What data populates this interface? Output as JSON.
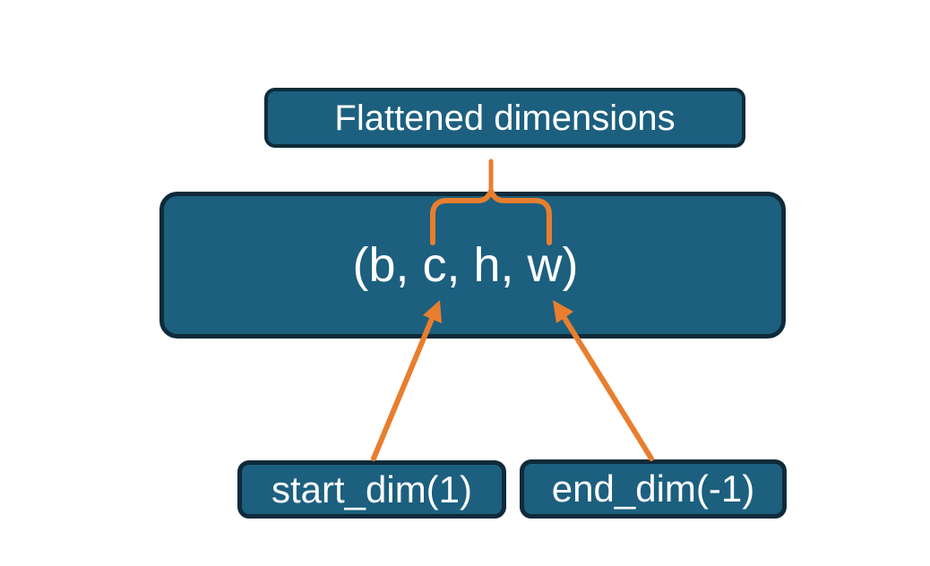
{
  "diagram": {
    "top_box": {
      "label": "Flattened dimensions"
    },
    "main_box": {
      "label": "(b, c, h, w)"
    },
    "bottom_boxes": [
      {
        "label": "start_dim(1)"
      },
      {
        "label": "end_dim(-1)"
      }
    ],
    "graphics": {
      "brace": "flatten-range-brace",
      "arrows": [
        "start-dim-arrow",
        "end-dim-arrow"
      ]
    }
  },
  "colors": {
    "box_fill": "#1C5F7F",
    "box_border": "#0E2B3A",
    "accent_orange": "#E87E2E",
    "text_color": "#FFFFFF",
    "background": "#FFFFFF"
  }
}
